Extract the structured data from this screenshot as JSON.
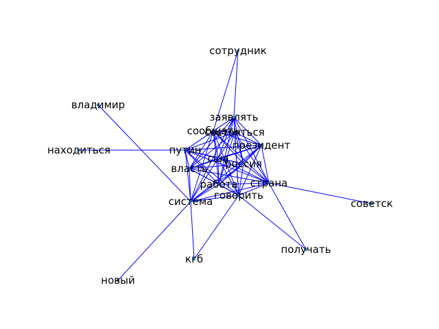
{
  "graph": {
    "edge_color": "#0000ff",
    "nodes": [
      {
        "id": "sotrudnik",
        "label": "сотрудник"
      },
      {
        "id": "vladimir",
        "label": "владимир"
      },
      {
        "id": "zayavlyat",
        "label": "заявлять"
      },
      {
        "id": "soobshat",
        "label": "сообщать"
      },
      {
        "id": "sostoyatsya",
        "label": "состояться"
      },
      {
        "id": "nakhoditsya",
        "label": "находиться"
      },
      {
        "id": "putin",
        "label": "путин"
      },
      {
        "id": "prezident",
        "label": "президент"
      },
      {
        "id": "ssha",
        "label": "сша"
      },
      {
        "id": "vlast",
        "label": "власть"
      },
      {
        "id": "rossiya",
        "label": "россия"
      },
      {
        "id": "rabota",
        "label": "работа"
      },
      {
        "id": "strana",
        "label": "страна"
      },
      {
        "id": "govorit",
        "label": "говорить"
      },
      {
        "id": "sistema",
        "label": "система"
      },
      {
        "id": "sovetsk",
        "label": "советск"
      },
      {
        "id": "poluchat",
        "label": "получать"
      },
      {
        "id": "kgb",
        "label": "кгб"
      },
      {
        "id": "novyi",
        "label": "новый"
      }
    ],
    "edges": [
      [
        "sotrudnik",
        "zayavlyat"
      ],
      [
        "sotrudnik",
        "soobshat"
      ],
      [
        "vladimir",
        "sistema"
      ],
      [
        "nakhoditsya",
        "putin"
      ],
      [
        "sistema",
        "novyi"
      ],
      [
        "sistema",
        "kgb"
      ],
      [
        "govorit",
        "kgb"
      ],
      [
        "govorit",
        "poluchat"
      ],
      [
        "strana",
        "poluchat"
      ],
      [
        "strana",
        "sovetsk"
      ],
      [
        "zayavlyat",
        "soobshat"
      ],
      [
        "zayavlyat",
        "sostoyatsya"
      ],
      [
        "zayavlyat",
        "putin"
      ],
      [
        "zayavlyat",
        "prezident"
      ],
      [
        "zayavlyat",
        "ssha"
      ],
      [
        "zayavlyat",
        "vlast"
      ],
      [
        "zayavlyat",
        "rossiya"
      ],
      [
        "zayavlyat",
        "rabota"
      ],
      [
        "zayavlyat",
        "strana"
      ],
      [
        "zayavlyat",
        "govorit"
      ],
      [
        "zayavlyat",
        "sistema"
      ],
      [
        "soobshat",
        "sostoyatsya"
      ],
      [
        "soobshat",
        "putin"
      ],
      [
        "soobshat",
        "prezident"
      ],
      [
        "soobshat",
        "ssha"
      ],
      [
        "soobshat",
        "vlast"
      ],
      [
        "soobshat",
        "rossiya"
      ],
      [
        "soobshat",
        "rabota"
      ],
      [
        "soobshat",
        "strana"
      ],
      [
        "soobshat",
        "govorit"
      ],
      [
        "soobshat",
        "sistema"
      ],
      [
        "sostoyatsya",
        "putin"
      ],
      [
        "sostoyatsya",
        "prezident"
      ],
      [
        "sostoyatsya",
        "ssha"
      ],
      [
        "sostoyatsya",
        "vlast"
      ],
      [
        "sostoyatsya",
        "rossiya"
      ],
      [
        "sostoyatsya",
        "rabota"
      ],
      [
        "sostoyatsya",
        "strana"
      ],
      [
        "sostoyatsya",
        "govorit"
      ],
      [
        "putin",
        "prezident"
      ],
      [
        "putin",
        "ssha"
      ],
      [
        "putin",
        "vlast"
      ],
      [
        "putin",
        "rossiya"
      ],
      [
        "putin",
        "rabota"
      ],
      [
        "putin",
        "govorit"
      ],
      [
        "putin",
        "sistema"
      ],
      [
        "putin",
        "strana"
      ],
      [
        "prezident",
        "ssha"
      ],
      [
        "prezident",
        "vlast"
      ],
      [
        "prezident",
        "rossiya"
      ],
      [
        "prezident",
        "rabota"
      ],
      [
        "prezident",
        "strana"
      ],
      [
        "prezident",
        "govorit"
      ],
      [
        "prezident",
        "sistema"
      ],
      [
        "ssha",
        "vlast"
      ],
      [
        "ssha",
        "rossiya"
      ],
      [
        "ssha",
        "rabota"
      ],
      [
        "ssha",
        "strana"
      ],
      [
        "ssha",
        "govorit"
      ],
      [
        "ssha",
        "sistema"
      ],
      [
        "vlast",
        "rossiya"
      ],
      [
        "vlast",
        "rabota"
      ],
      [
        "vlast",
        "govorit"
      ],
      [
        "vlast",
        "sistema"
      ],
      [
        "vlast",
        "strana"
      ],
      [
        "rossiya",
        "rabota"
      ],
      [
        "rossiya",
        "strana"
      ],
      [
        "rossiya",
        "govorit"
      ],
      [
        "rossiya",
        "sistema"
      ],
      [
        "rabota",
        "strana"
      ],
      [
        "rabota",
        "govorit"
      ],
      [
        "rabota",
        "sistema"
      ],
      [
        "strana",
        "govorit"
      ],
      [
        "strana",
        "sistema"
      ],
      [
        "govorit",
        "sistema"
      ]
    ]
  }
}
